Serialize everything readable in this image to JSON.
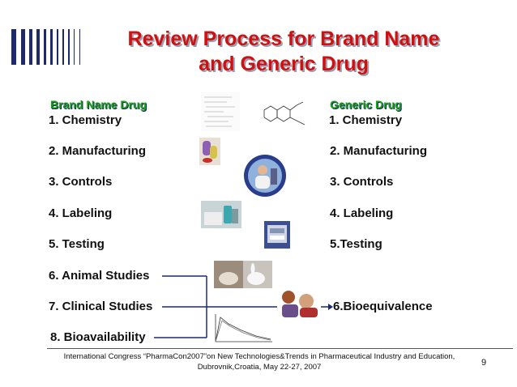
{
  "title_line1": "Review Process for Brand Name",
  "title_line2": "and Generic Drug",
  "brand": {
    "heading": "Brand Name Drug",
    "items": [
      "1.  Chemistry",
      "2.  Manufacturing",
      "3.  Controls",
      "4.  Labeling",
      "5.  Testing",
      "6.  Animal Studies",
      "7. Clinical Studies",
      "8. Bioavailability"
    ]
  },
  "generic": {
    "heading": "Generic Drug",
    "items": [
      " 1. Chemistry",
      "2. Manufacturing",
      "3. Controls",
      "4. Labeling",
      " 5.Testing",
      "6.Bioequivalence"
    ]
  },
  "footer_line1": "International Congress “PharmaCon2007”on New Technologies&Trends in Pharmaceutical Industry and Education,",
  "footer_line2": "Dubrovnik,Croatia,  May 22-27, 2007",
  "page_number": "9",
  "colors": {
    "title": "#d01010",
    "heading": "#17a017",
    "bars": "#1f2a6b",
    "connector": "#1f2a6b"
  }
}
